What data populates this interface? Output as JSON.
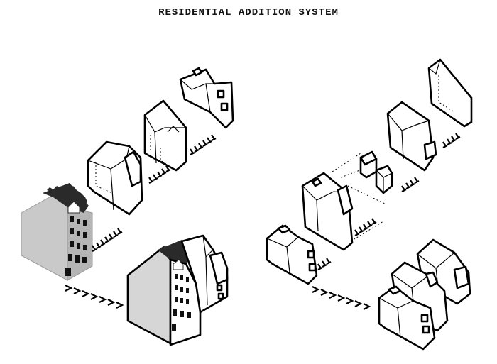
{
  "title": "RESIDENTIAL ADDITION SYSTEM",
  "colors": {
    "line": "#000000",
    "fill": "#ffffff",
    "existing_facade": "#c9c9c9",
    "roof_texture": "#2a2a2a"
  },
  "panels": [
    {
      "id": "left",
      "content": "existing house + three stacked module blocks assembled into combined house"
    },
    {
      "id": "right",
      "content": "exploded module blocks assembled into combined addition cluster"
    }
  ]
}
